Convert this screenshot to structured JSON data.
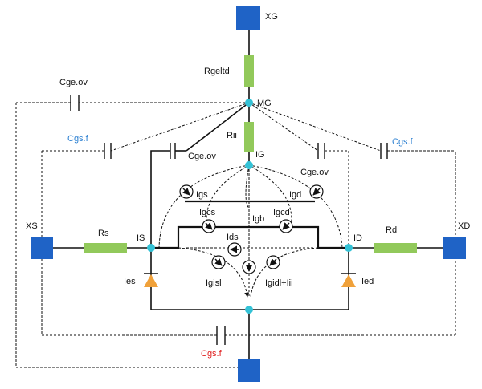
{
  "colors": {
    "terminal": "#1f63c6",
    "resistor": "#92c95b",
    "node": "#33c2d6",
    "diode": "#f0a13a",
    "blue_label": "#2a7fd1",
    "red_label": "#e02020"
  },
  "terminals": {
    "xg": "XG",
    "xs": "XS",
    "xd": "XD"
  },
  "nodes": {
    "mg": "MG",
    "ig": "IG",
    "is": "IS",
    "id": "ID"
  },
  "resistors": {
    "rgeltd": "Rgeltd",
    "rii": "Rii",
    "rs": "Rs",
    "rd": "Rd"
  },
  "capacitors": {
    "cge_ov_outer": "Cge.ov",
    "cgs_f_left": "Cgs.f",
    "cge_ov_left": "Cge.ov",
    "cge_ov_right": "Cge.ov",
    "cgs_f_right": "Cgs.f",
    "cgs_f_bottom": "Cgs.f"
  },
  "currents": {
    "igs": "Igs",
    "igd": "Igd",
    "igcs": "Igcs",
    "igcd": "Igcd",
    "igb": "Igb",
    "ids": "Ids",
    "igisl": "Igisl",
    "igidl_iii": "Igidl+Iii"
  },
  "diodes": {
    "ies": "Ies",
    "ied": "Ied"
  },
  "icons": [
    "current-source-icon",
    "diode-icon",
    "capacitor-icon",
    "resistor-icon"
  ]
}
